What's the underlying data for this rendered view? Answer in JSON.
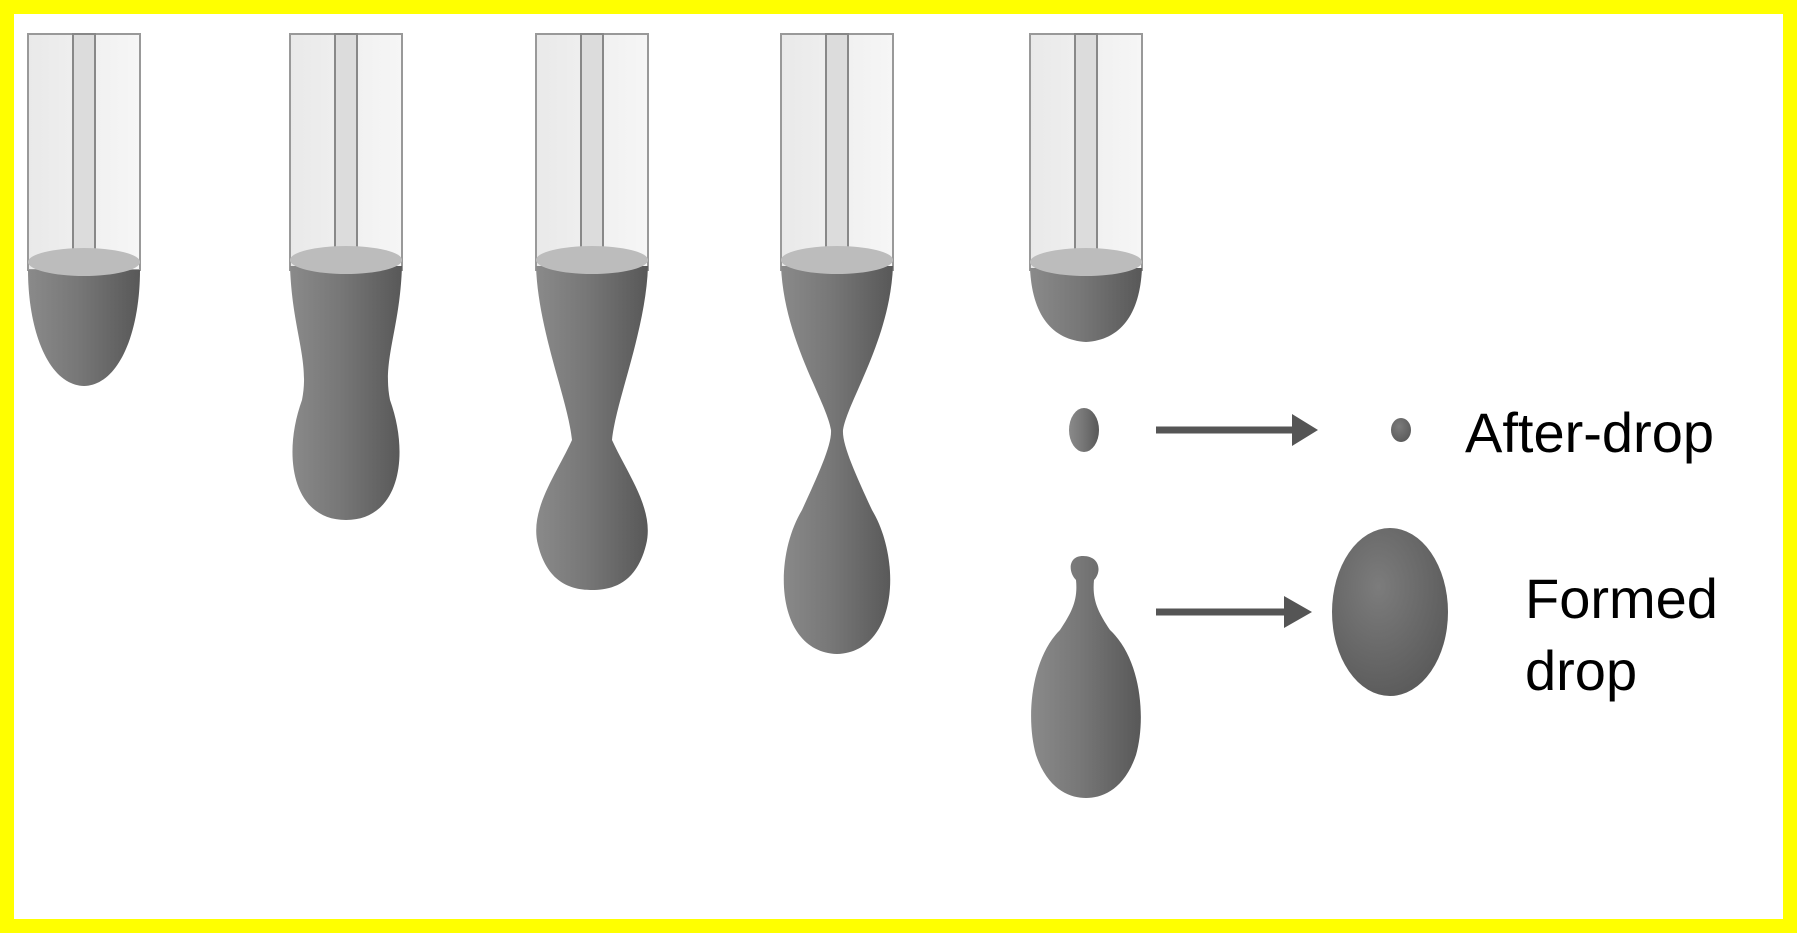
{
  "diagram": {
    "labels": {
      "after_drop": "After-drop",
      "formed_drop_line1": "Formed",
      "formed_drop_line2": "drop"
    },
    "colors": {
      "border": "#ffff00",
      "liquid": "#707070",
      "liquid_dark": "#5a5a5a",
      "liquid_light": "#8a8a8a",
      "surface": "#bcbcbc",
      "tube": "#888888",
      "arrow": "#555555"
    },
    "stages": [
      "pendant-drop",
      "neck-forming",
      "neck-thinning",
      "necking",
      "pinch-off"
    ]
  }
}
